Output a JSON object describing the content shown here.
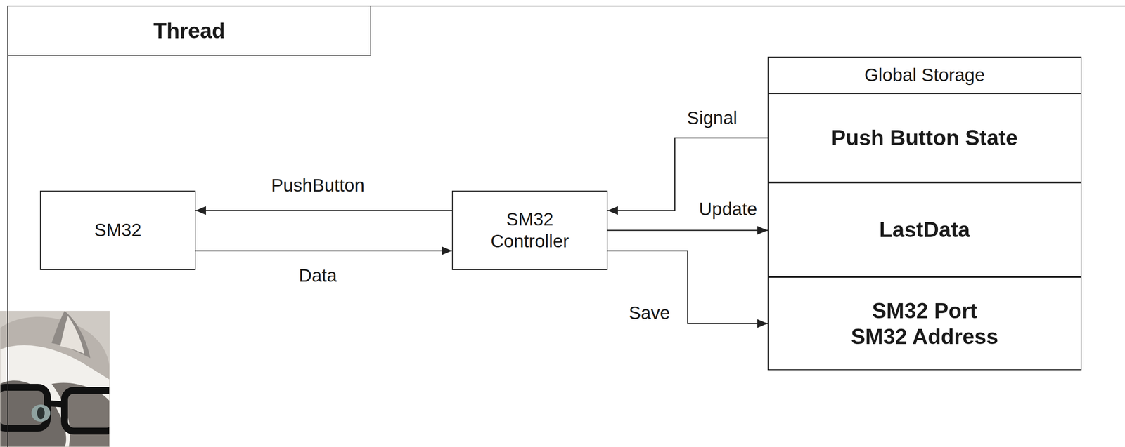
{
  "diagram": {
    "nodes": [
      {
        "text": [
          "Thread"
        ]
      },
      {
        "text": [
          "SM32"
        ],
        "in": 0
      },
      {
        "text": [
          "SM32 Controller"
        ],
        "in": 0
      },
      {
        "text": [
          "Global Storage"
        ],
        "in": 0
      },
      {
        "text": [
          "Push Button State"
        ],
        "in": 3
      },
      {
        "text": [
          "LastData"
        ],
        "in": 3
      },
      {
        "text": [
          "SM32 Port SM32 Address"
        ],
        "in": 3
      }
    ],
    "edges": [
      {
        "from": 2,
        "to": 1,
        "arrow": "to",
        "label": "PushButton"
      },
      {
        "from": 1,
        "to": 2,
        "arrow": "to",
        "label": "Data"
      },
      {
        "from": 4,
        "to": 2,
        "arrow": "to",
        "label": "Signal"
      },
      {
        "from": 2,
        "to": 5,
        "arrow": "to",
        "label": "Update"
      },
      {
        "from": 2,
        "to": 6,
        "arrow": "to",
        "label": "Save"
      }
    ]
  }
}
